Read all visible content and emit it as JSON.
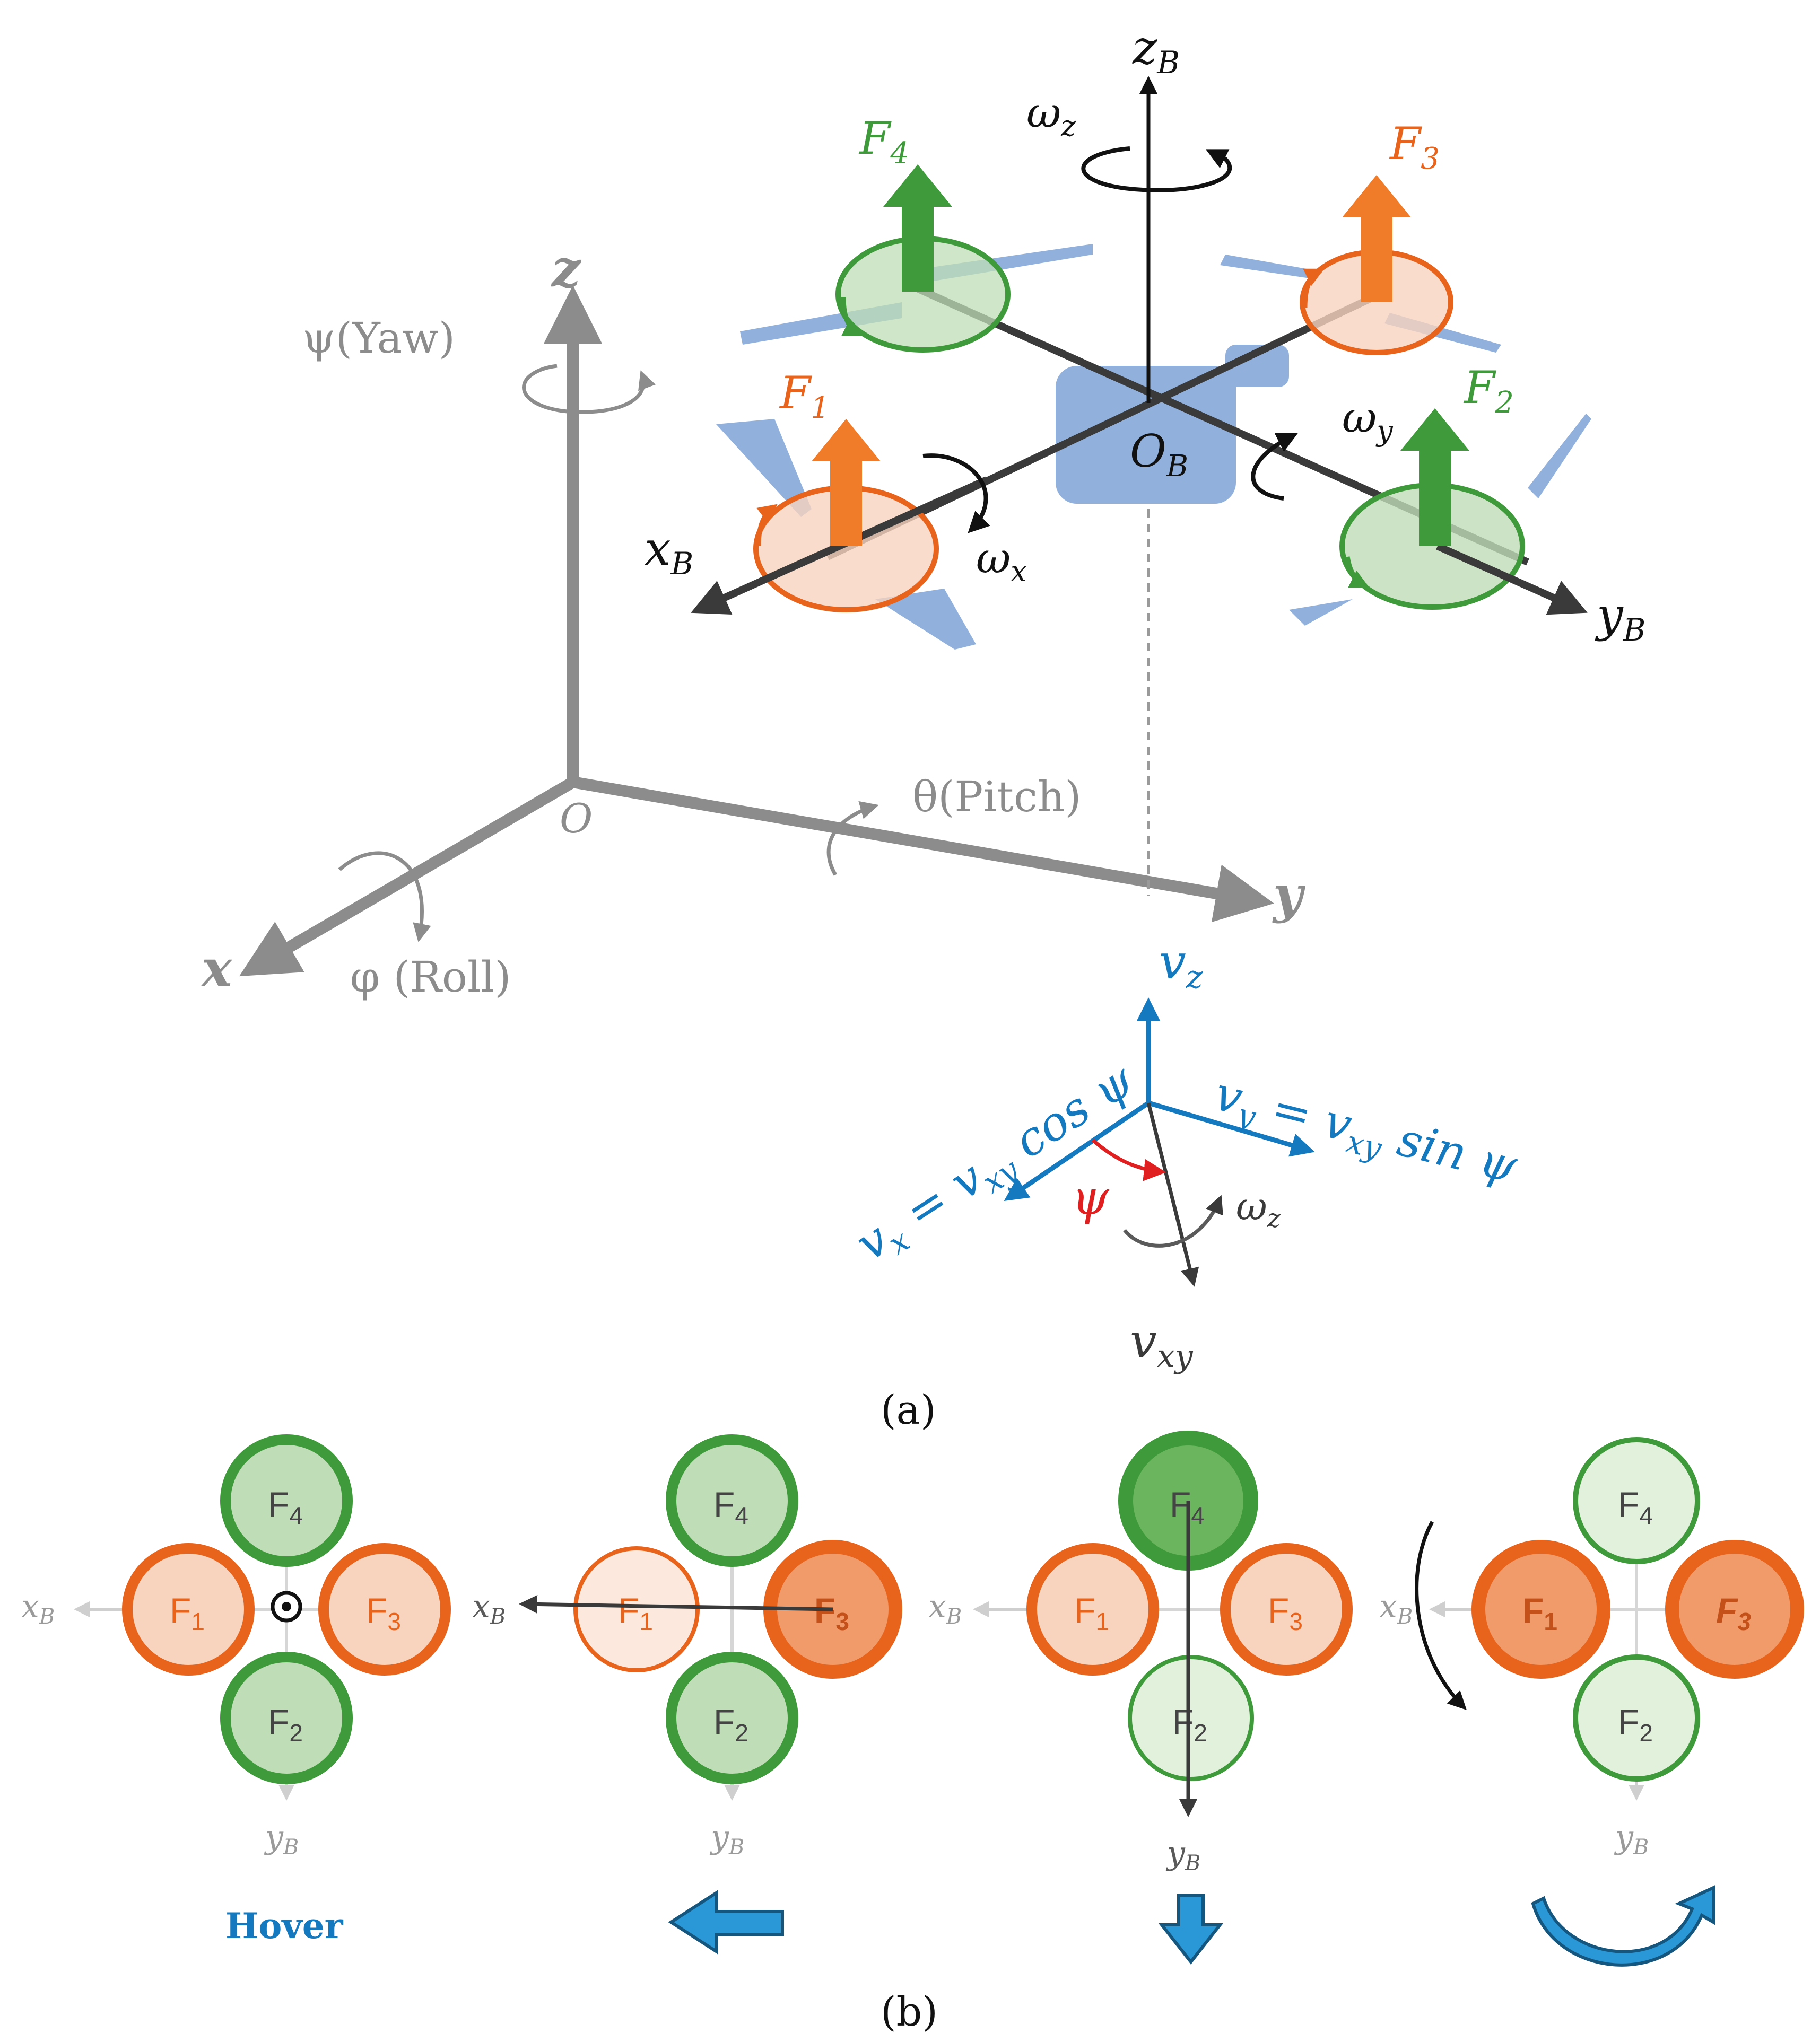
{
  "colors": {
    "orange": "#E8641C",
    "orange_fill": "#F8D3BE",
    "orange_fill_strong": "#F19A6A",
    "green": "#3E9A3A",
    "green_fill": "#BFDDB6",
    "green_fill_strong": "#6BB55E",
    "gray": "#8C8C8C",
    "dark": "#3A3A3A",
    "blue": "#1479BE",
    "red": "#E02020",
    "drone_blue": "#7EA3D6"
  },
  "panel_a": {
    "caption": "(a)",
    "world": {
      "z_label": "z",
      "y_label": "y",
      "x_label": "x",
      "origin_label": "O",
      "yaw_label": "ψ(Yaw)",
      "pitch_label": "θ(Pitch)",
      "roll_label": "φ (Roll)"
    },
    "body": {
      "zB": "z",
      "zB_sub": "B",
      "xB": "x",
      "xB_sub": "B",
      "yB": "y",
      "yB_sub": "B",
      "OB": "O",
      "OB_sub": "B",
      "omega_z": "ω",
      "omega_z_sub": "z",
      "omega_x": "ω",
      "omega_x_sub": "x",
      "omega_y": "ω",
      "omega_y_sub": "y"
    },
    "forces": [
      {
        "id": "F1",
        "label": "F",
        "sub": "1",
        "color": "orange"
      },
      {
        "id": "F2",
        "label": "F",
        "sub": "2",
        "color": "green"
      },
      {
        "id": "F3",
        "label": "F",
        "sub": "3",
        "color": "orange"
      },
      {
        "id": "F4",
        "label": "F",
        "sub": "4",
        "color": "green"
      }
    ],
    "velocity": {
      "vz": "v",
      "vz_sub": "z",
      "vx_eq": "v",
      "vx_sub": "x",
      "vx_rhs": " = v",
      "vx_rhs_sub": "xy",
      "vx_tail": " cos ψ",
      "vy_eq": "v",
      "vy_sub": "y",
      "vy_rhs": " = v",
      "vy_rhs_sub": "xy",
      "vy_tail": " sin ψ",
      "psi": "ψ",
      "omega": "ω",
      "omega_sub": "z",
      "vxy": "v",
      "vxy_sub": "xy"
    }
  },
  "panel_b": {
    "caption": "(b)",
    "axis_x": "x",
    "axis_x_sub": "B",
    "axis_y": "y",
    "axis_y_sub": "B",
    "rotor_F1": "F",
    "rotor_F1_sub": "1",
    "rotor_F2": "F",
    "rotor_F2_sub": "2",
    "rotor_F3": "F",
    "rotor_F3_sub": "3",
    "rotor_F4": "F",
    "rotor_F4_sub": "4",
    "hover_label": "Hover",
    "modes": [
      "hover",
      "move-left",
      "move-down",
      "yaw-rotate"
    ]
  }
}
